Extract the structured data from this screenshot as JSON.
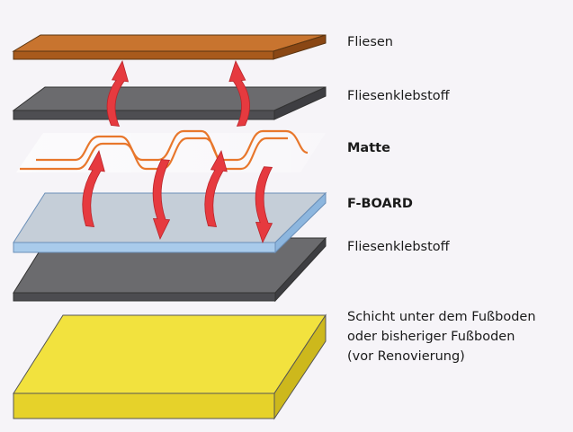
{
  "labels": {
    "tiles": "Fliesen",
    "adhesive_top": "Fliesenklebstoff",
    "mat": "Matte",
    "board": "F-BOARD",
    "adhesive_bottom": "Fliesenklebstoff",
    "subfloor_line1": "Schicht unter dem Fußboden",
    "subfloor_line2": "oder bisheriger Fußboden",
    "subfloor_line3": "(vor Renovierung)"
  },
  "colors": {
    "background": "#f6f4f8",
    "tiles": "#c8742f",
    "adhesive": "#6b6b6e",
    "board": "#c3ccd6",
    "board_edge": "#8fb5d8",
    "subfloor": "#f0e040",
    "mat_wire": "#e8772c",
    "arrow": "#e63a3f"
  },
  "arrows": [
    {
      "direction": "up"
    },
    {
      "direction": "up"
    },
    {
      "direction": "up"
    },
    {
      "direction": "down"
    },
    {
      "direction": "up"
    },
    {
      "direction": "down"
    }
  ]
}
